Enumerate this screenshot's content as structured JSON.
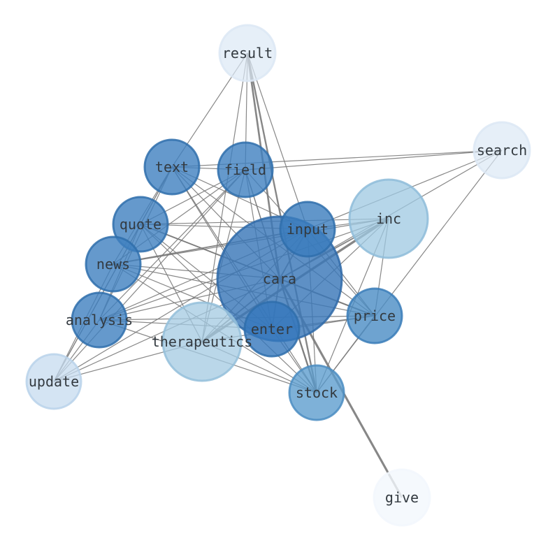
{
  "graph": {
    "nodes": [
      {
        "id": "cara",
        "label": "cara",
        "fill": "#3b78b8",
        "stroke": "#2f6aa8",
        "opacity": 0.82
      },
      {
        "id": "result",
        "label": "result",
        "fill": "#dce8f5",
        "stroke": "#dce8f5",
        "opacity": 0.7
      },
      {
        "id": "search",
        "label": "search",
        "fill": "#dce8f5",
        "stroke": "#dce8f5",
        "opacity": 0.7
      },
      {
        "id": "text",
        "label": "text",
        "fill": "#3f80bf",
        "stroke": "#2f6fab",
        "opacity": 0.8
      },
      {
        "id": "field",
        "label": "field",
        "fill": "#3f80bf",
        "stroke": "#2f6fab",
        "opacity": 0.8
      },
      {
        "id": "quote",
        "label": "quote",
        "fill": "#3f80bf",
        "stroke": "#2f6fab",
        "opacity": 0.8
      },
      {
        "id": "input",
        "label": "input",
        "fill": "#3a7cbd",
        "stroke": "#2f6fab",
        "opacity": 0.8
      },
      {
        "id": "inc",
        "label": "inc",
        "fill": "#9ec8e2",
        "stroke": "#8ebcd9",
        "opacity": 0.75
      },
      {
        "id": "news",
        "label": "news",
        "fill": "#3f80bf",
        "stroke": "#2f6fab",
        "opacity": 0.8
      },
      {
        "id": "analysis",
        "label": "analysis",
        "fill": "#3f80bf",
        "stroke": "#2f6fab",
        "opacity": 0.8
      },
      {
        "id": "price",
        "label": "price",
        "fill": "#4a8cc4",
        "stroke": "#3a7db8",
        "opacity": 0.8
      },
      {
        "id": "enter",
        "label": "enter",
        "fill": "#3477bb",
        "stroke": "#2f6fab",
        "opacity": 0.8
      },
      {
        "id": "therapeutics",
        "label": "therapeutics",
        "fill": "#a3cae2",
        "stroke": "#94bfdb",
        "opacity": 0.75
      },
      {
        "id": "update",
        "label": "update",
        "fill": "#c6dbef",
        "stroke": "#b9d2ea",
        "opacity": 0.75
      },
      {
        "id": "stock",
        "label": "stock",
        "fill": "#5a9bcd",
        "stroke": "#4b8dc2",
        "opacity": 0.78
      },
      {
        "id": "give",
        "label": "give",
        "fill": "#f2f7fd",
        "stroke": "#f2f7fd",
        "opacity": 0.8
      }
    ],
    "edges": [
      [
        "result",
        "cara",
        2.2
      ],
      [
        "result",
        "stock",
        2
      ],
      [
        "result",
        "field",
        1
      ],
      [
        "result",
        "input",
        1
      ],
      [
        "result",
        "text",
        1
      ],
      [
        "result",
        "therapeutics",
        1
      ],
      [
        "search",
        "text",
        1
      ],
      [
        "search",
        "field",
        1
      ],
      [
        "search",
        "input",
        1
      ],
      [
        "search",
        "cara",
        1
      ],
      [
        "search",
        "stock",
        1
      ],
      [
        "text",
        "field",
        1
      ],
      [
        "text",
        "quote",
        1
      ],
      [
        "text",
        "news",
        1
      ],
      [
        "text",
        "analysis",
        1
      ],
      [
        "text",
        "update",
        1
      ],
      [
        "text",
        "input",
        1
      ],
      [
        "text",
        "cara",
        1
      ],
      [
        "text",
        "enter",
        1
      ],
      [
        "text",
        "price",
        1
      ],
      [
        "text",
        "stock",
        1
      ],
      [
        "field",
        "quote",
        1
      ],
      [
        "field",
        "news",
        1
      ],
      [
        "field",
        "analysis",
        1
      ],
      [
        "field",
        "update",
        1
      ],
      [
        "field",
        "cara",
        1
      ],
      [
        "field",
        "enter",
        1
      ],
      [
        "field",
        "stock",
        1
      ],
      [
        "field",
        "therapeutics",
        1
      ],
      [
        "field",
        "price",
        1
      ],
      [
        "quote",
        "input",
        1
      ],
      [
        "quote",
        "cara",
        1.6
      ],
      [
        "quote",
        "inc",
        1
      ],
      [
        "quote",
        "analysis",
        1
      ],
      [
        "quote",
        "update",
        1
      ],
      [
        "quote",
        "enter",
        1
      ],
      [
        "quote",
        "price",
        1
      ],
      [
        "quote",
        "stock",
        1
      ],
      [
        "quote",
        "therapeutics",
        1
      ],
      [
        "news",
        "input",
        1.6
      ],
      [
        "news",
        "cara",
        1
      ],
      [
        "news",
        "price",
        1
      ],
      [
        "news",
        "enter",
        1
      ],
      [
        "news",
        "stock",
        1
      ],
      [
        "news",
        "update",
        1
      ],
      [
        "news",
        "inc",
        1
      ],
      [
        "analysis",
        "input",
        1
      ],
      [
        "analysis",
        "cara",
        1
      ],
      [
        "analysis",
        "price",
        1
      ],
      [
        "analysis",
        "enter",
        1
      ],
      [
        "analysis",
        "stock",
        1
      ],
      [
        "analysis",
        "update",
        1
      ],
      [
        "analysis",
        "inc",
        1
      ],
      [
        "update",
        "cara",
        1
      ],
      [
        "update",
        "therapeutics",
        1
      ],
      [
        "update",
        "input",
        1
      ],
      [
        "input",
        "cara",
        1.6
      ],
      [
        "input",
        "inc",
        1
      ],
      [
        "input",
        "price",
        1
      ],
      [
        "input",
        "stock",
        1
      ],
      [
        "input",
        "therapeutics",
        1
      ],
      [
        "inc",
        "cara",
        1.6
      ],
      [
        "inc",
        "therapeutics",
        2.8
      ],
      [
        "inc",
        "enter",
        1
      ],
      [
        "inc",
        "stock",
        1
      ],
      [
        "inc",
        "price",
        1
      ],
      [
        "cara",
        "price",
        1.8
      ],
      [
        "cara",
        "enter",
        1.6
      ],
      [
        "cara",
        "stock",
        2
      ],
      [
        "cara",
        "give",
        2.6
      ],
      [
        "cara",
        "therapeutics",
        1.6
      ],
      [
        "price",
        "enter",
        1
      ],
      [
        "price",
        "stock",
        1
      ],
      [
        "price",
        "therapeutics",
        1
      ],
      [
        "enter",
        "stock",
        1
      ],
      [
        "therapeutics",
        "stock",
        1
      ]
    ]
  }
}
